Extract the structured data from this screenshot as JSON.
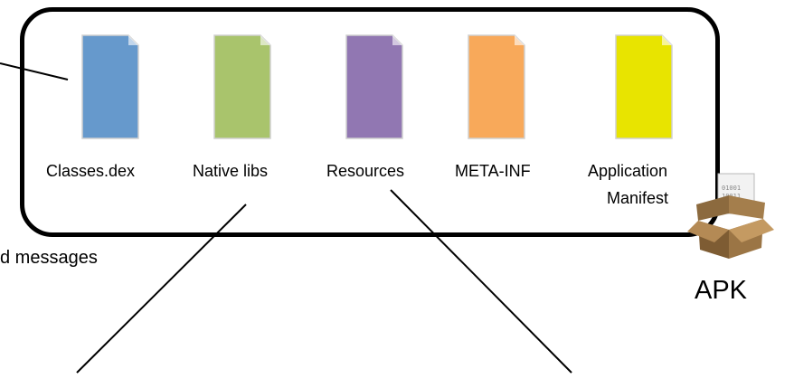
{
  "files": [
    {
      "label": "Classes.dex",
      "color": "#6699cc"
    },
    {
      "label": "Native libs",
      "color": "#a9c46c"
    },
    {
      "label": "Resources",
      "color": "#9177b2"
    },
    {
      "label": "META-INF",
      "color": "#f8a95a"
    },
    {
      "label": "Application",
      "label2": "Manifest",
      "color": "#e8e400"
    }
  ],
  "fragment_text": "d messages",
  "apk": {
    "label": "APK",
    "binary1": "01001",
    "binary2": "10011"
  }
}
